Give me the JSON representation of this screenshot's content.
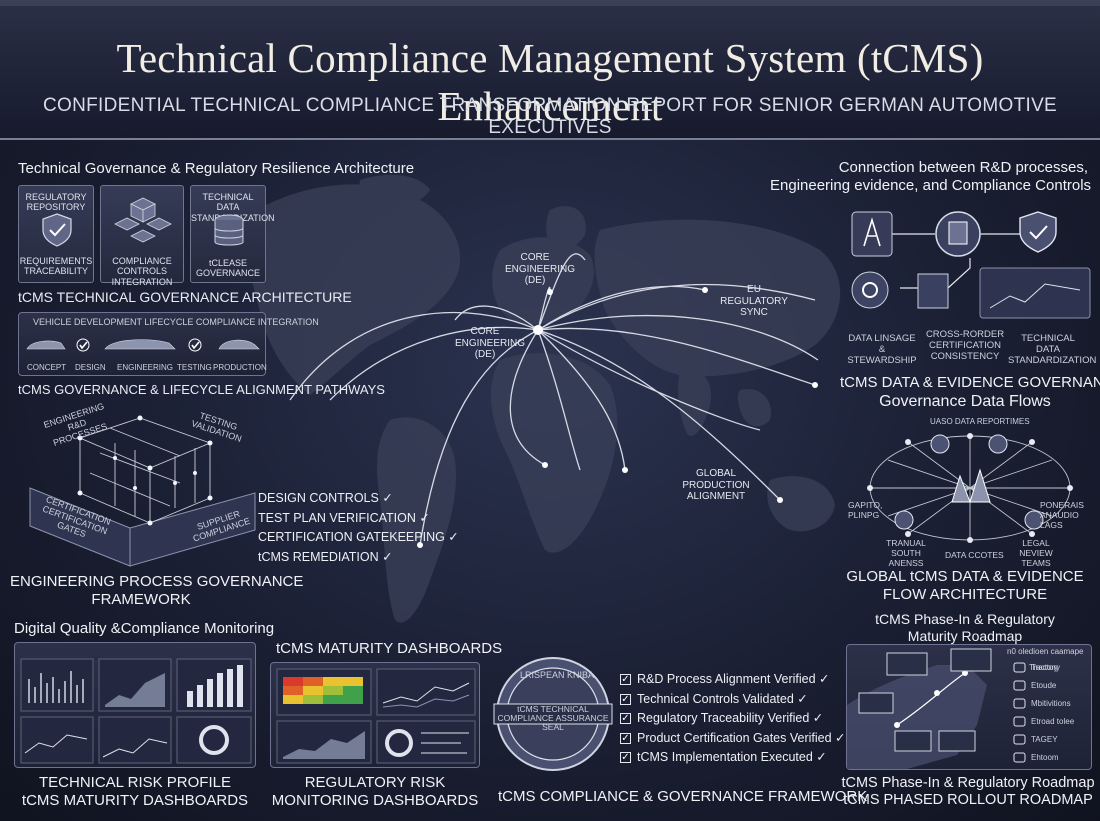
{
  "header": {
    "title": "Technical Compliance Management System (tCMS) Enhancement",
    "subtitle": "CONFIDENTIAL TECHNICAL COMPLIANCE TRANSFORMATION REPORT FOR SENIOR GERMAN AUTOMOTIVE EXECUTIVES"
  },
  "left": {
    "heading": "Technical Governance & Regulatory Resilience Architecture",
    "tiles": [
      {
        "top": "REGULATORY REPOSITORY",
        "bottom": "REQUIREMENTS TRACEABILITY"
      },
      {
        "top": "",
        "bottom": "COMPLIANCE CONTROLS INTEGRATION"
      },
      {
        "top": "TECHNICAL DATA STANDARDIZATION",
        "bottom": "tCLEASE GOVERNANCE"
      }
    ],
    "architecture_caption": "tCMS TECHNICAL GOVERNANCE ARCHITECTURE",
    "lifecycle": {
      "title": "VEHICLE DEVELOPMENT LIFECYCLE COMPLIANCE INTEGRATION",
      "stages": [
        "CONCEPT",
        "DESIGN",
        "ENGINEERING",
        "TESTING",
        "PRODUCTION"
      ]
    },
    "lifecycle_caption": "tCMS GOVERNANCE & LIFECYCLE ALIGNMENT PATHWAYS",
    "cube_labels": {
      "top_left": "ENGINEERING R&D PROCESSES",
      "top_right": "TESTING VALIDATION",
      "bottom_left": "CERTIFICATION CERTIFICATION GATES",
      "bottom_right": "SUPPLIER COMPLIANCE"
    },
    "framework_caption_1": "ENGINEERING PROCESS GOVERNANCE",
    "framework_caption_2": "FRAMEWORK",
    "checks": [
      "DESIGN CONTROLS ✓",
      "TEST PLAN VERIFICATION ✓",
      "CERTIFICATION GATEKEEPING ✓",
      "tCMS REMEDIATION ✓"
    ]
  },
  "map": {
    "core_top": "CORE ENGINEERING (DE)",
    "core_mid": "CORE ENGINEERING (DE)",
    "eu_sync": "EU REGULATORY SYNC",
    "global": "GLOBAL PRODUCTION ALIGNMENT"
  },
  "right": {
    "heading_1": "Connection between R&D processes,",
    "heading_2": "Engineering evidence, and Compliance Controls",
    "icon_labels": [
      "DATA LINSAGE & STEWARDSHIP",
      "CROSS-RORDER CERTIFICATION CONSISTENCY",
      "TECHNICAL DATA STANDARDIZATION"
    ],
    "gov_caption_1": "tCMS DATA & EVIDENCE GOVERNANCE",
    "gov_caption_2": "Governance Data Flows",
    "network": {
      "top": "UASO DATA REPORTIMES",
      "left": "GAPITO, PLINPG",
      "right": "PONERAIS ANAUDIO LAGS",
      "bottom_left": "TRANUAL SOUTH ANENSS",
      "bottom": "DATA CCOTES",
      "bottom_right": "LEGAL NEVIEW TEAMS"
    },
    "global_caption_1": "GLOBAL tCMS DATA & EVIDENCE",
    "global_caption_2": "FLOW ARCHITECTURE",
    "roadmap_heading_1": "tCMS Phase-In & Regulatory",
    "roadmap_heading_2": "Maturity Roadmap",
    "roadmap_list": [
      "Tractory",
      "Etoude",
      "Mbitivitions",
      "Etroad tolee",
      "TAGEY",
      "Ehtoom"
    ],
    "roadmap_panel_title": "n0 oledioen caamape",
    "bottom_caption_1": "tCMS Phase-In & Regulatory Roadmap",
    "bottom_caption_2": "tCMS PHASED ROLLOUT ROADMAP"
  },
  "bottom": {
    "quality_heading": "Digital Quality &Compliance Monitoring",
    "maturity_heading": "tCMS MATURITY DASHBOARDS",
    "risk_caption_1": "TECHNICAL RISK PROFILE",
    "risk_caption_2": "tCMS MATURITY DASHBOARDS",
    "reg_caption_1": "REGULATORY RISK",
    "reg_caption_2": "MONITORING DASHBOARDS",
    "seal": {
      "outer_top": "LRISPEAN KNIBA",
      "inner": "tCMS TECHNICAL COMPLIANCE ASSURANCE SEAL"
    },
    "verified": [
      "R&D Process Alignment Verified ✓",
      "Technical Controls Validated ✓",
      "Regulatory Traceability Verified ✓",
      "Product Certification Gates Verified ✓",
      "tCMS Implementation Executed ✓"
    ],
    "framework_caption": "tCMS COMPLIANCE & GOVERNANCE FRAMEWORK"
  },
  "colors": {
    "background": "#1a1f33",
    "text": "#e8ebf3",
    "line_glow": "#f4f6ff",
    "heat_red": "#d93a2b",
    "heat_yellow": "#e8c22f",
    "heat_green": "#3fa24a"
  }
}
